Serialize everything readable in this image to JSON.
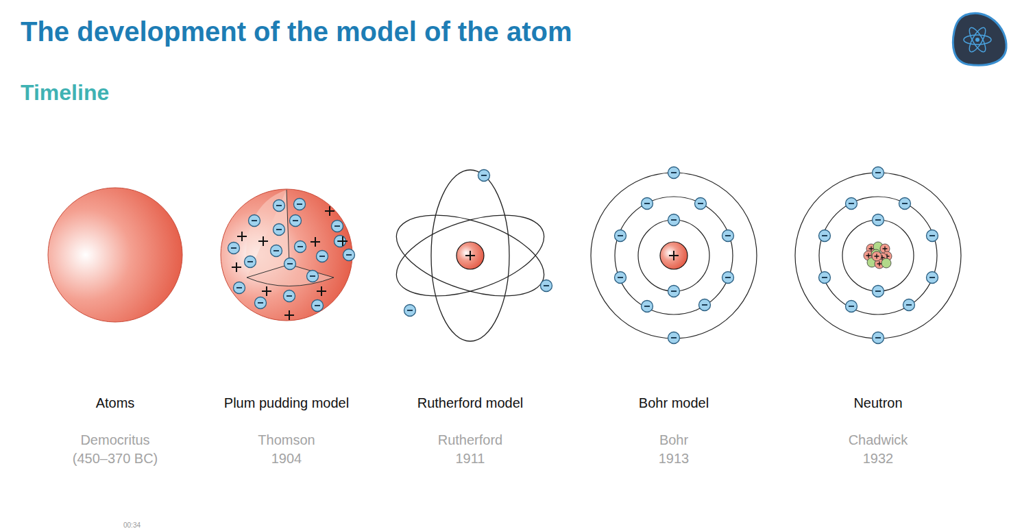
{
  "diagram": {
    "title": "The development of the model of the atom",
    "labels": [
      "Timeline",
      "Atoms",
      "Democritus",
      "(450–370 BC)",
      "Plum pudding model",
      "Thomson",
      "1904",
      "Rutherford model",
      "Rutherford",
      "1911",
      "Bohr model",
      "Bohr",
      "1913",
      "Neutron",
      "Chadwick",
      "1932",
      "00:34"
    ]
  }
}
